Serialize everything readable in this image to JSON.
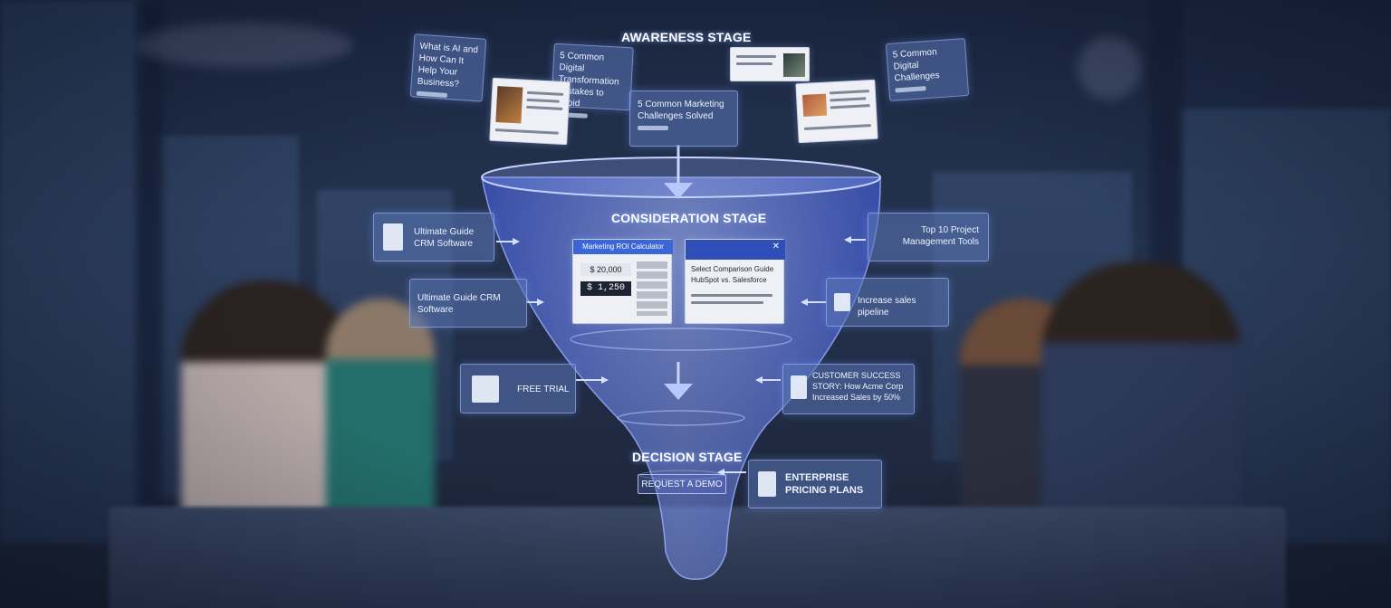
{
  "stages": {
    "awareness": "AWARENESS STAGE",
    "consideration": "CONSIDERATION STAGE",
    "decision": "DECISION STAGE"
  },
  "awareness_cards": {
    "card1": "What is AI and How Can It Help Your Business?",
    "card2": "5 Common Digital Transformation Mistakes to Avoid",
    "card3": "5 Common Marketing Challenges Solved",
    "card4": "5 Common Digital Challenges"
  },
  "consideration_cards": {
    "guide_top": "Ultimate Guide CRM Software",
    "guide_mid": "Ultimate Guide CRM Software",
    "calculator_title": "Marketing ROI Calculator",
    "calculator_value": "$ 20,000",
    "calculator_display": "$ 1,250",
    "compare_title": "Select Comparison Guide",
    "compare_sub": "HubSpot vs. Salesforce",
    "right_top": "Top 10 Project Management Tools",
    "right_mid": "Increase sales pipeline",
    "free_trial": "FREE TRIAL",
    "case_study": "CUSTOMER SUCCESS STORY: How Acme Corp Increased Sales by 50%"
  },
  "decision_cards": {
    "demo_button": "REQUEST A DEMO",
    "enterprise": "ENTERPRISE PRICING PLANS"
  },
  "colors": {
    "funnel": "#6f86ff",
    "card_bg": "#5874b4",
    "glow": "#8ca8ff"
  },
  "icons": {
    "document": "document-icon",
    "calculator": "calculator-icon",
    "trial": "trial-icon",
    "chart": "chart-icon"
  }
}
